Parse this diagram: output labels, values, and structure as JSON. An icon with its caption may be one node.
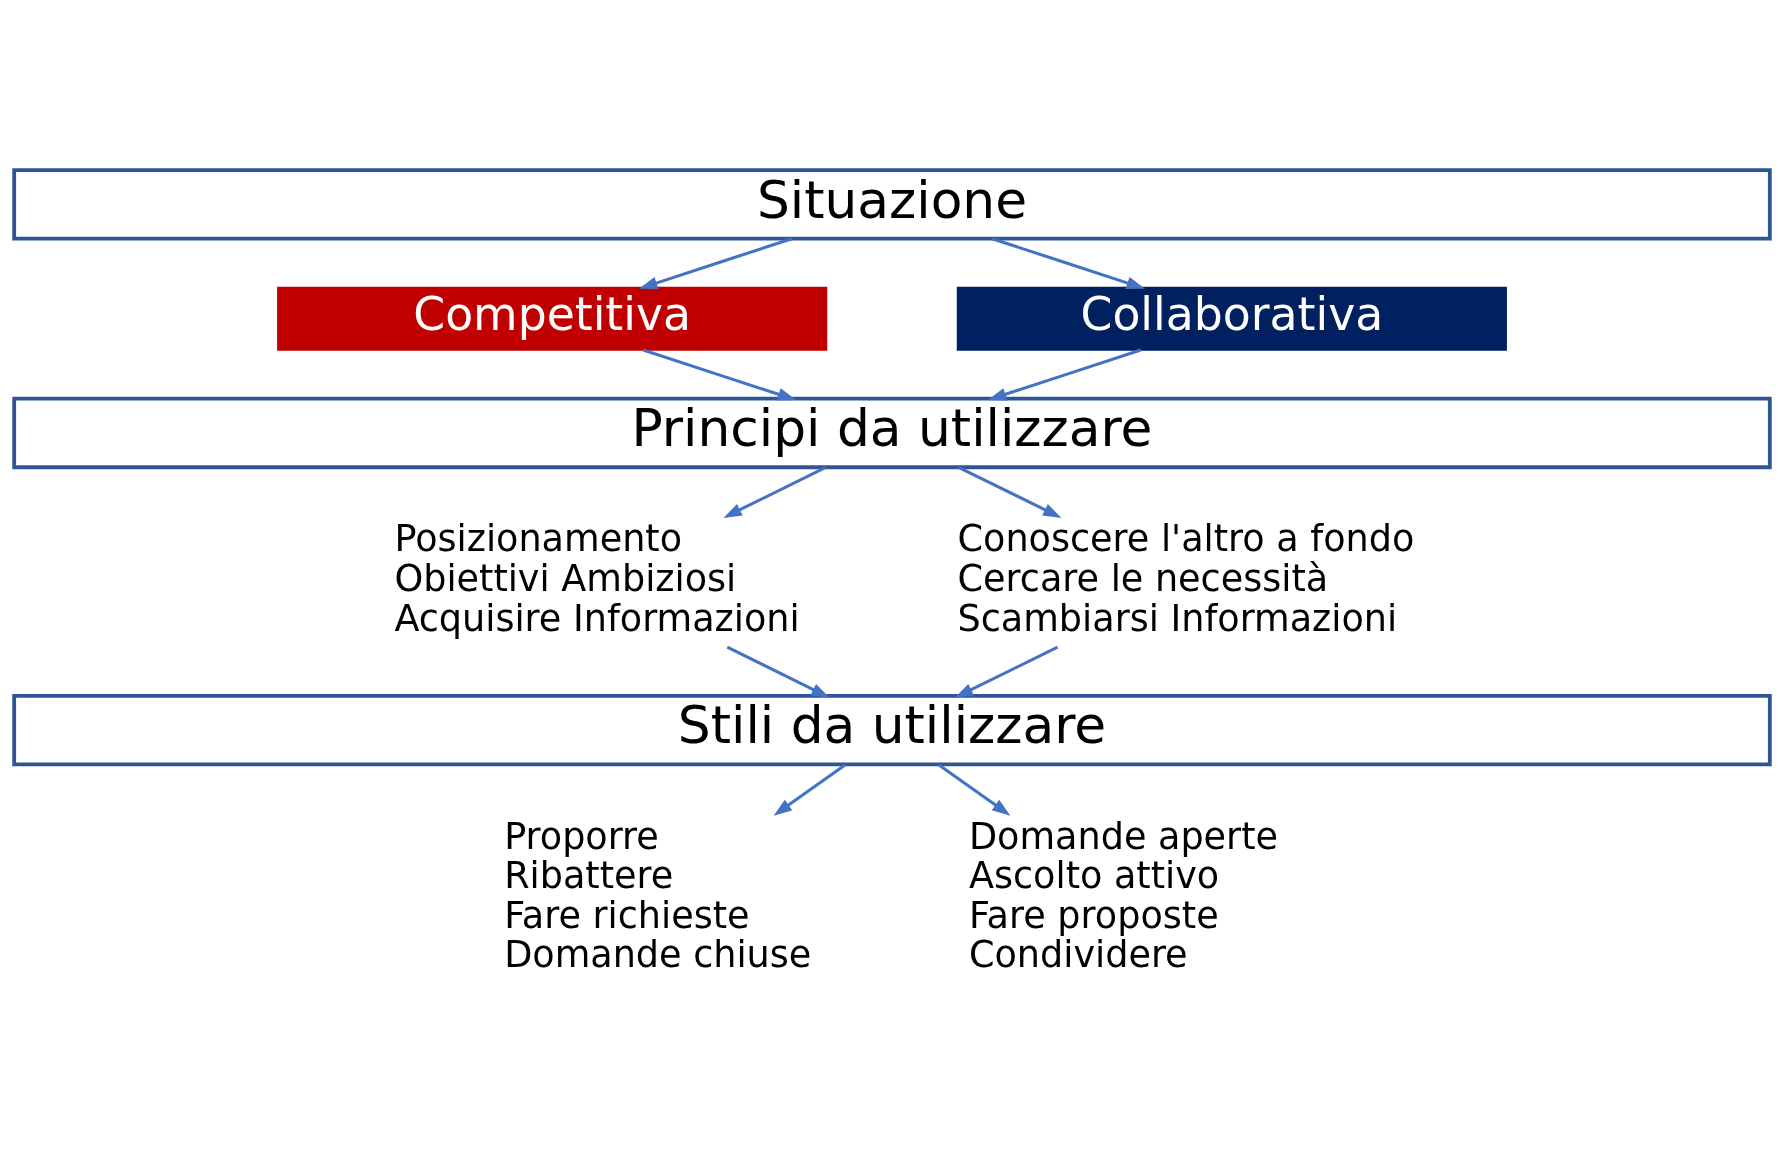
{
  "diagram": {
    "nodes": [
      {
        "text": [
          "Situazione"
        ]
      },
      {
        "text": [
          "Competitiva"
        ]
      },
      {
        "text": [
          "Collaborativa"
        ]
      },
      {
        "text": [
          "Principi da utilizzare"
        ]
      },
      {
        "text": [
          "Posizionamento",
          "Obiettivi Ambiziosi",
          "Acquisire Informazioni"
        ]
      },
      {
        "text": [
          "Conoscere l'altro a fondo",
          "Cercare le necessità",
          "Scambiarsi Informazioni"
        ]
      },
      {
        "text": [
          "Stili da utilizzare"
        ]
      },
      {
        "text": [
          "Proporre",
          "Ribattere",
          "Fare richieste",
          "Domande chiuse"
        ]
      },
      {
        "text": [
          "Domande aperte",
          "Ascolto attivo",
          "Fare proposte",
          "Condividere"
        ]
      }
    ],
    "edges": [
      {
        "from": 0,
        "to": 1,
        "arrow": "to"
      },
      {
        "from": 0,
        "to": 2,
        "arrow": "to"
      },
      {
        "from": 1,
        "to": 3,
        "arrow": "to"
      },
      {
        "from": 2,
        "to": 3,
        "arrow": "to"
      },
      {
        "from": 3,
        "to": 4,
        "arrow": "to"
      },
      {
        "from": 3,
        "to": 5,
        "arrow": "to"
      },
      {
        "from": 4,
        "to": 6,
        "arrow": "to"
      },
      {
        "from": 5,
        "to": 6,
        "arrow": "to"
      },
      {
        "from": 6,
        "to": 7,
        "arrow": "to"
      },
      {
        "from": 6,
        "to": 8,
        "arrow": "to"
      }
    ]
  }
}
